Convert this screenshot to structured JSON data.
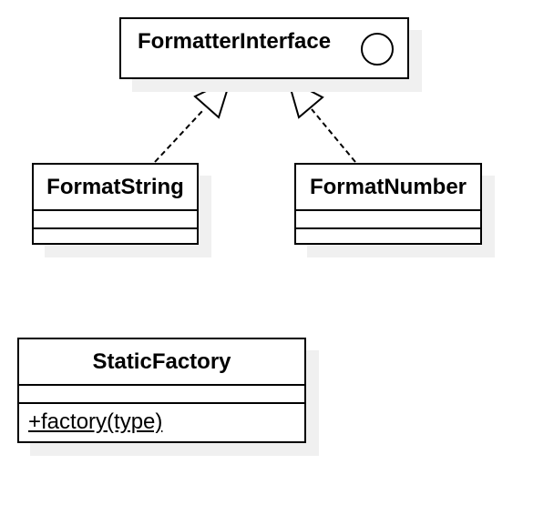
{
  "interface": {
    "name": "FormatterInterface",
    "icon": "interface-circle-icon"
  },
  "classes": {
    "format_string": {
      "name": "FormatString"
    },
    "format_number": {
      "name": "FormatNumber"
    },
    "static_factory": {
      "name": "StaticFactory",
      "method": "+factory(type)"
    }
  },
  "colors": {
    "stroke": "#000000",
    "shadow": "#f0f0f0",
    "background": "#ffffff"
  }
}
